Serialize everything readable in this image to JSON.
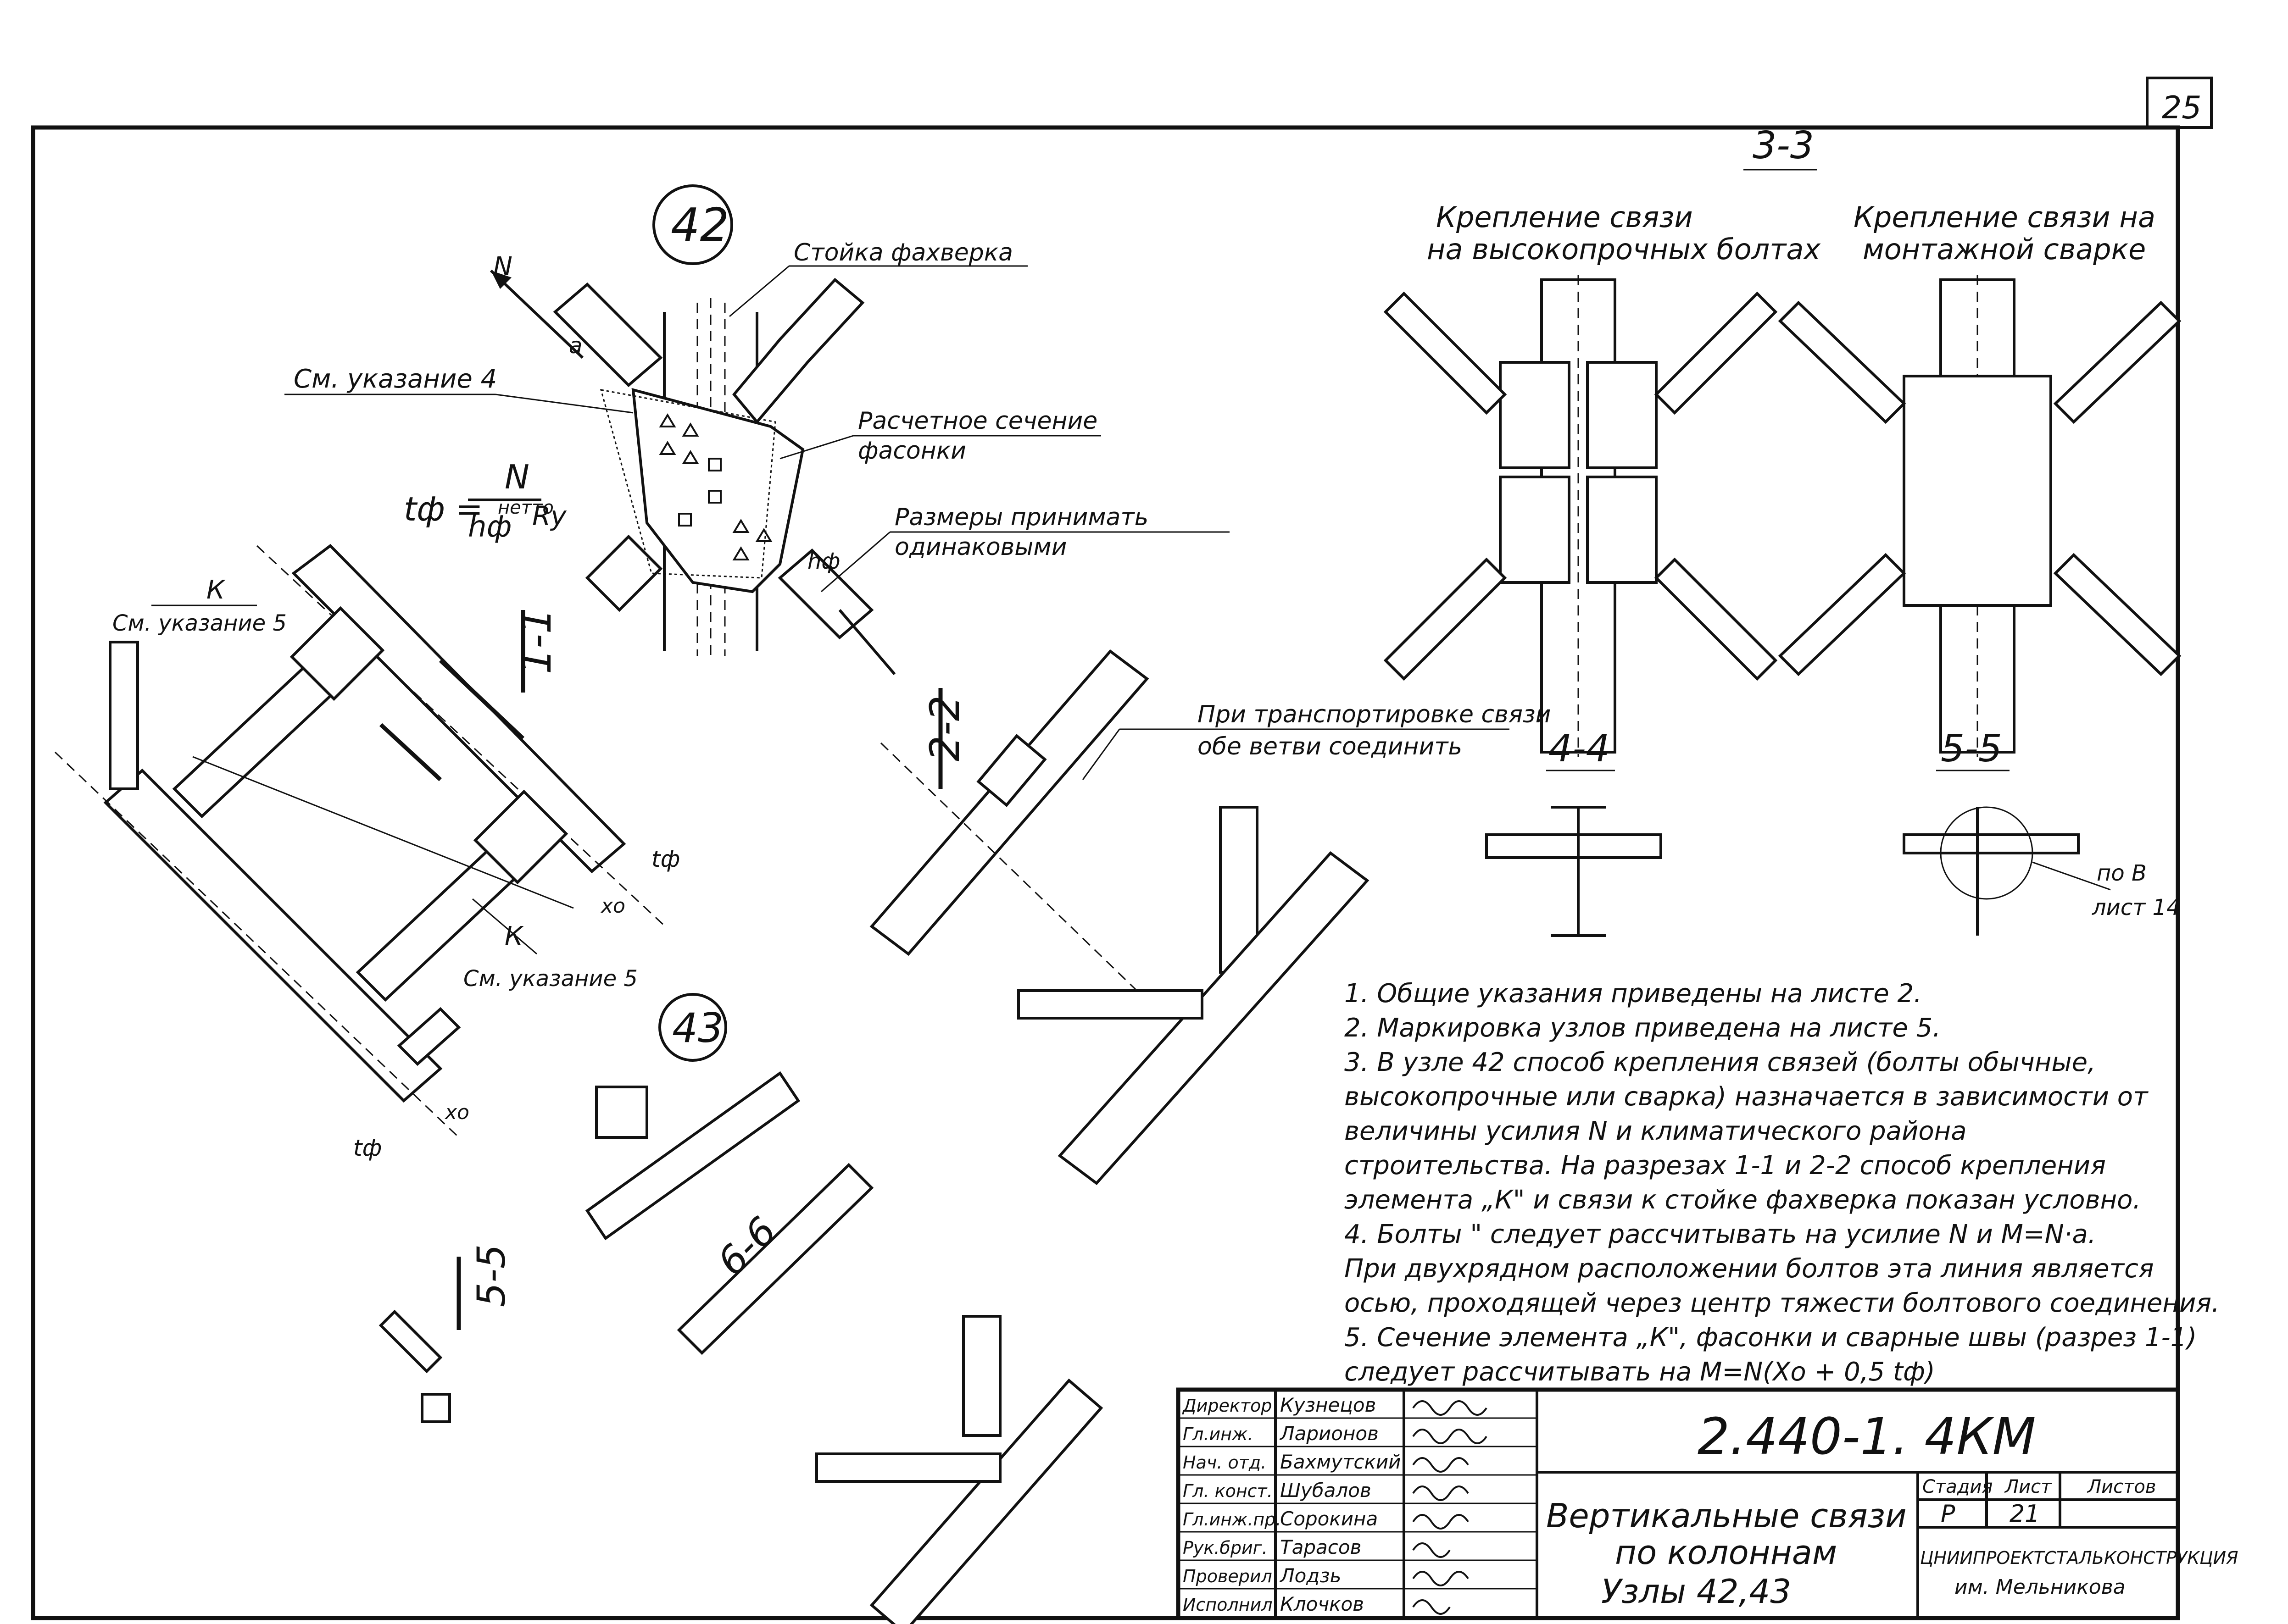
{
  "sheet_number": "25",
  "node42": {
    "label": "42",
    "stoyka": "Стойка фахверка",
    "see4": "См. указание 4",
    "raschet_1": "Расчетное сечение",
    "raschet_2": "фасонки",
    "razmery_1": "Размеры принимать",
    "razmery_2": "одинаковыми",
    "formula_t": "tф =",
    "formula_num": "N",
    "formula_den": "hф",
    "formula_netto": "нетто",
    "formula_ry": "Ry",
    "hf": "hф",
    "a": "a",
    "N": "N"
  },
  "section11": {
    "title": "1-1",
    "k_top": "К",
    "see5_top": "См. указание 5",
    "k_bottom": "К",
    "see5_bottom": "См. указание 5",
    "tf": "tф",
    "xo": "xo"
  },
  "node43": {
    "label": "43",
    "sec66": "6-6",
    "sec55": "5-5",
    "tf": "tф",
    "xo": "xo"
  },
  "section22": {
    "title": "2-2",
    "note_1": "При транспортировке связи",
    "note_2": "обе ветви соединить"
  },
  "section33": {
    "title": "3-3",
    "left_1": "Крепление связи",
    "left_2": "на высокопрочных болтах",
    "right_1": "Крепление связи на",
    "right_2": "монтажной сварке",
    "sec44": "4-4",
    "sec55": "5-5",
    "po_b": "по В",
    "list14": "лист 14"
  },
  "notes": [
    "1. Общие указания приведены на листе 2.",
    "2. Маркировка узлов приведена на листе 5.",
    "3. В узле 42 способ крепления связей (болты обычные,",
    "высокопрочные или сварка) назначается в зависимости от",
    "величины усилия N и климатического района",
    "строительства. На разрезах 1-1 и 2-2 способ крепления",
    "элемента „К\" и связи к стойке фахверка показан условно.",
    "4. Болты \" следует рассчитывать на усилие N и M=N·a.",
    "При двухрядном расположении болтов эта линия является",
    "осью, проходящей через центр тяжести болтового соединения.",
    "5. Сечение элемента „К\", фасонки и сварные швы (разрез 1-1)",
    "следует рассчитывать на M=N(Xo + 0,5 tф)"
  ],
  "title_block": {
    "code": "2.440-1. 4КМ",
    "title_1": "Вертикальные связи",
    "title_2": "по колоннам",
    "title_3": "Узлы 42,43",
    "stage_label": "Стадия",
    "sheet_label": "Лист",
    "sheets_label": "Листов",
    "stage": "Р",
    "sheet": "21",
    "org_1": "ЦНИИПРОЕКТСТАЛЬКОНСТРУКЦИЯ",
    "org_2": "им. Мельникова",
    "staff": [
      {
        "role": "Директор",
        "name": "Кузнецов"
      },
      {
        "role": "Гл.инж.",
        "name": "Ларионов"
      },
      {
        "role": "Нач. отд.",
        "name": "Бахмутский"
      },
      {
        "role": "Гл. конст.",
        "name": "Шубалов"
      },
      {
        "role": "Гл.инж.пр.",
        "name": "Сорокина"
      },
      {
        "role": "Рук.бриг.",
        "name": "Тарасов"
      },
      {
        "role": "Проверил",
        "name": "Лодзь"
      },
      {
        "role": "Исполнил",
        "name": "Клочков"
      }
    ]
  }
}
